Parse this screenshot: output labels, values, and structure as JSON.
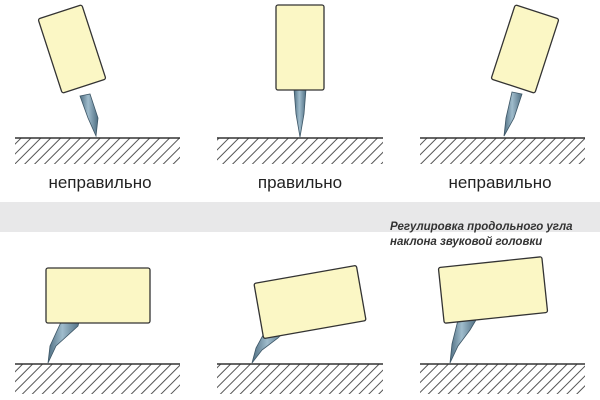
{
  "labels": {
    "left": "неправильно",
    "center": "правильно",
    "right": "неправильно"
  },
  "caption": "Регулировка продольного угла наклона звуковой головки",
  "colors": {
    "head_fill": "#fbf7c5",
    "head_stroke": "#333333",
    "stylus": "#6d8ea3",
    "surface_hatch": "#555555",
    "band": "#e8e8e9"
  }
}
